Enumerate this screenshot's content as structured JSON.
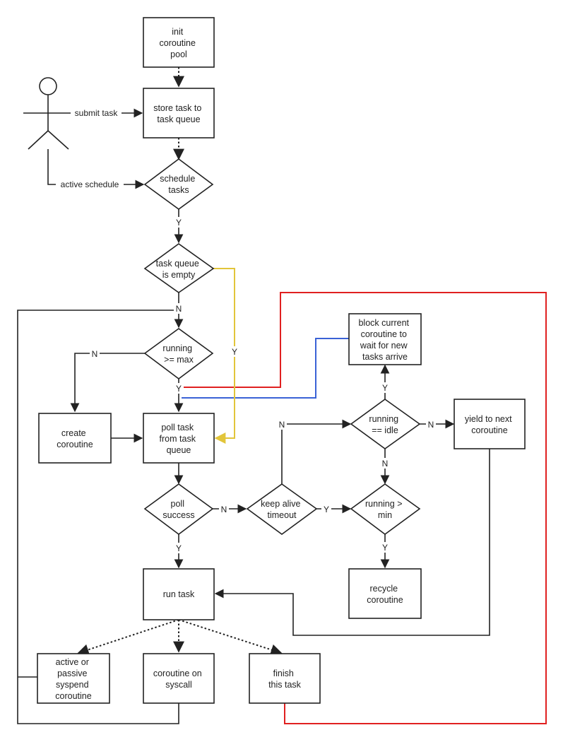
{
  "nodes": {
    "init": [
      "init",
      "coroutine",
      "pool"
    ],
    "store": [
      "store task to",
      "task queue"
    ],
    "schedule": [
      "schedule",
      "tasks"
    ],
    "empty": [
      "task queue",
      "is empty"
    ],
    "running_max": [
      "running",
      ">= max"
    ],
    "create": [
      "create",
      "coroutine"
    ],
    "poll_task": [
      "poll task",
      "from task",
      "queue"
    ],
    "poll_success": [
      "poll",
      "success"
    ],
    "keep_alive": [
      "keep alive",
      "timeout"
    ],
    "running_min": [
      "running >",
      "min"
    ],
    "running_idle": [
      "running",
      "== idle"
    ],
    "block": [
      "block current",
      "coroutine to",
      "wait for new",
      "tasks arrive"
    ],
    "yield": [
      "yield to next",
      "coroutine"
    ],
    "recycle": [
      "recycle",
      "coroutine"
    ],
    "run_task": [
      "run task"
    ],
    "suspend": [
      "active or",
      "passive",
      "syspend",
      "coroutine"
    ],
    "syscall": [
      "coroutine on",
      "syscall"
    ],
    "finish": [
      "finish",
      "this task"
    ]
  },
  "edge_labels": {
    "submit": "submit task",
    "active_schedule": "active schedule",
    "yes": "Y",
    "no": "N"
  },
  "colors": {
    "line": "#222222",
    "red": "#e02020",
    "blue": "#3a62d6",
    "yellow": "#e2c53a"
  },
  "icons": {
    "actor": "stick-figure-icon"
  }
}
